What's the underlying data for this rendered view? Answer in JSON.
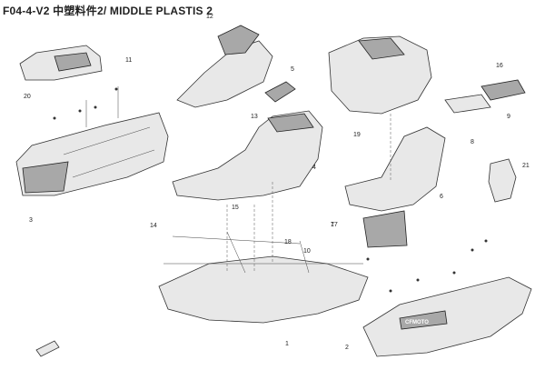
{
  "title": "F04-4-V2 中塑料件2/ MIDDLE PLASTIS 2",
  "badge_text": "CFMOTO",
  "labels": [
    "1",
    "2",
    "3",
    "4",
    "5",
    "6",
    "7",
    "8",
    "9",
    "10",
    "11",
    "12",
    "13",
    "14",
    "15",
    "16",
    "17",
    "18",
    "19",
    "20",
    "21"
  ]
}
